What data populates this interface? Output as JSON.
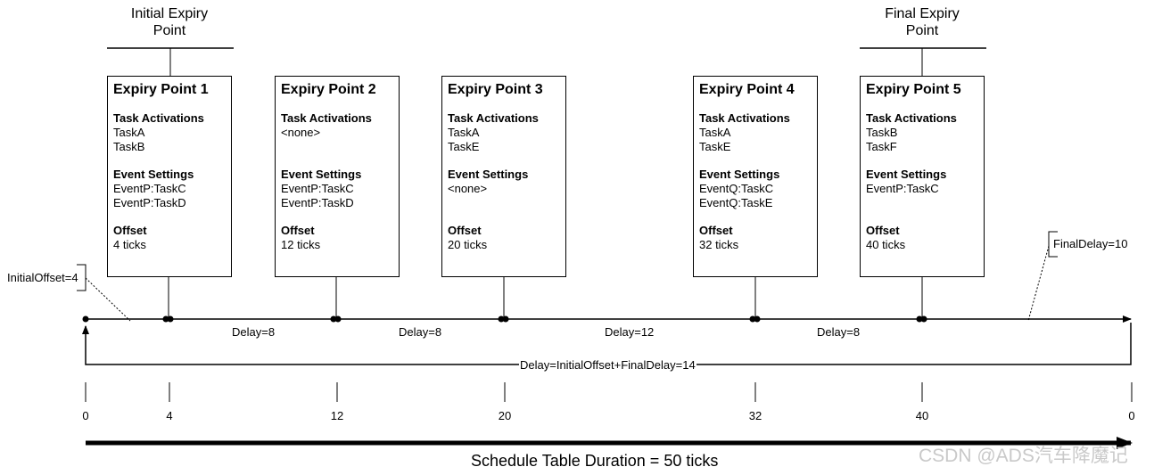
{
  "top_labels": {
    "initial": [
      "Initial Expiry",
      "Point"
    ],
    "final": [
      "Final Expiry",
      "Point"
    ]
  },
  "expiry_points": [
    {
      "title": "Expiry Point 1",
      "tasks_header": "Task Activations",
      "tasks": [
        "TaskA",
        "TaskB"
      ],
      "events_header": "Event Settings",
      "events": [
        "EventP:TaskC",
        "EventP:TaskD"
      ],
      "offset_header": "Offset",
      "offset_text": "4 ticks",
      "offset": 4
    },
    {
      "title": "Expiry Point 2",
      "tasks_header": "Task Activations",
      "tasks": [
        "<none>"
      ],
      "events_header": "Event Settings",
      "events": [
        "EventP:TaskC",
        "EventP:TaskD"
      ],
      "offset_header": "Offset",
      "offset_text": "12 ticks",
      "offset": 12
    },
    {
      "title": "Expiry Point 3",
      "tasks_header": "Task Activations",
      "tasks": [
        "TaskA",
        "TaskE"
      ],
      "events_header": "Event Settings",
      "events": [
        "<none>"
      ],
      "offset_header": "Offset",
      "offset_text": "20 ticks",
      "offset": 20
    },
    {
      "title": "Expiry Point 4",
      "tasks_header": "Task Activations",
      "tasks": [
        "TaskA",
        "TaskE"
      ],
      "events_header": "Event Settings",
      "events": [
        "EventQ:TaskC",
        "EventQ:TaskE"
      ],
      "offset_header": "Offset",
      "offset_text": "32 ticks",
      "offset": 32
    },
    {
      "title": "Expiry Point 5",
      "tasks_header": "Task Activations",
      "tasks": [
        "TaskB",
        "TaskF"
      ],
      "events_header": "Event Settings",
      "events": [
        "EventP:TaskC"
      ],
      "offset_header": "Offset",
      "offset_text": "40 ticks",
      "offset": 40
    }
  ],
  "labels": {
    "initial_offset": "InitialOffset=4",
    "final_delay": "FinalDelay=10",
    "delays": [
      "Delay=8",
      "Delay=8",
      "Delay=12",
      "Delay=8"
    ],
    "wrap_delay": "Delay=InitialOffset+FinalDelay=14"
  },
  "ticks": [
    "0",
    "4",
    "12",
    "20",
    "32",
    "40",
    "0"
  ],
  "footer": "Schedule Table Duration = 50 ticks",
  "watermark": "CSDN @ADS汽车降魔记"
}
